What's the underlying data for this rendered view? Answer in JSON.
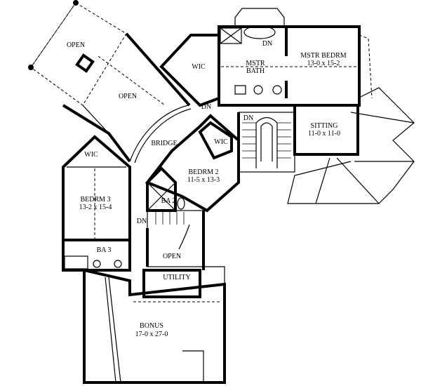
{
  "plan": {
    "rooms": {
      "open_deck": "OPEN",
      "open_main": "OPEN",
      "wic_top": "WIC",
      "mstr_bath_1": "MSTR",
      "mstr_bath_2": "BATH",
      "mstr_bedrm": "MSTR BEDRM",
      "mstr_bedrm_dim": "13-0 x 15-2",
      "sitting": "SITTING",
      "sitting_dim": "11-0 x 11-0",
      "bridge": "BRIDGE",
      "wic_bedrm2": "WIC",
      "bedrm2": "BEDRM 2",
      "bedrm2_dim": "11-5 x 13-3",
      "wic_bedrm3": "WIC",
      "bedrm3": "BEDRM 3",
      "bedrm3_dim": "13-2 x 15-4",
      "ba2": "BA 2",
      "ba3": "BA 3",
      "open_stair": "OPEN",
      "utility": "UTILITY",
      "bonus": "BONUS",
      "bonus_dim": "17-0 x 27-0"
    },
    "stair_labels": {
      "dn_bath": "DN",
      "dn_bridge": "DN",
      "dn_stair": "DN",
      "dn_lower": "DN"
    }
  }
}
